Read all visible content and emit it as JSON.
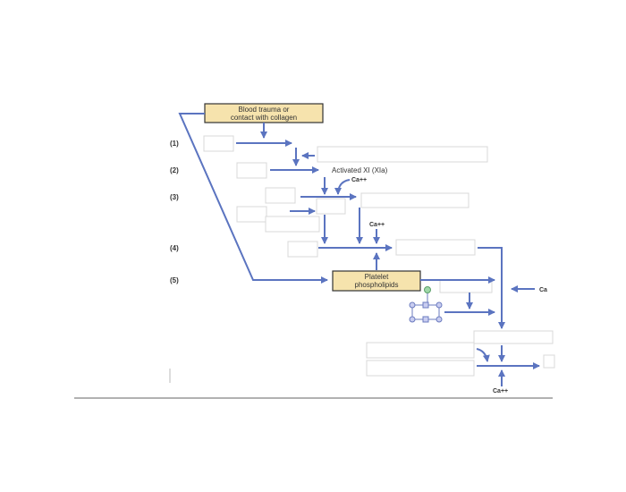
{
  "start_box": {
    "line1": "Blood trauma or",
    "line2": "contact with collagen"
  },
  "steps": [
    "(1)",
    "(2)",
    "(3)",
    "(4)",
    "(5)"
  ],
  "activated_xi": "Activated XI (XIa)",
  "calcium": [
    "Ca++",
    "Ca++",
    "Ca",
    "Ca++"
  ],
  "platelet_box": {
    "line1": "Platelet",
    "line2": "phospholipids"
  },
  "colors": {
    "arrow": "#5b74c0",
    "box_fill": "#f6e3ad"
  }
}
